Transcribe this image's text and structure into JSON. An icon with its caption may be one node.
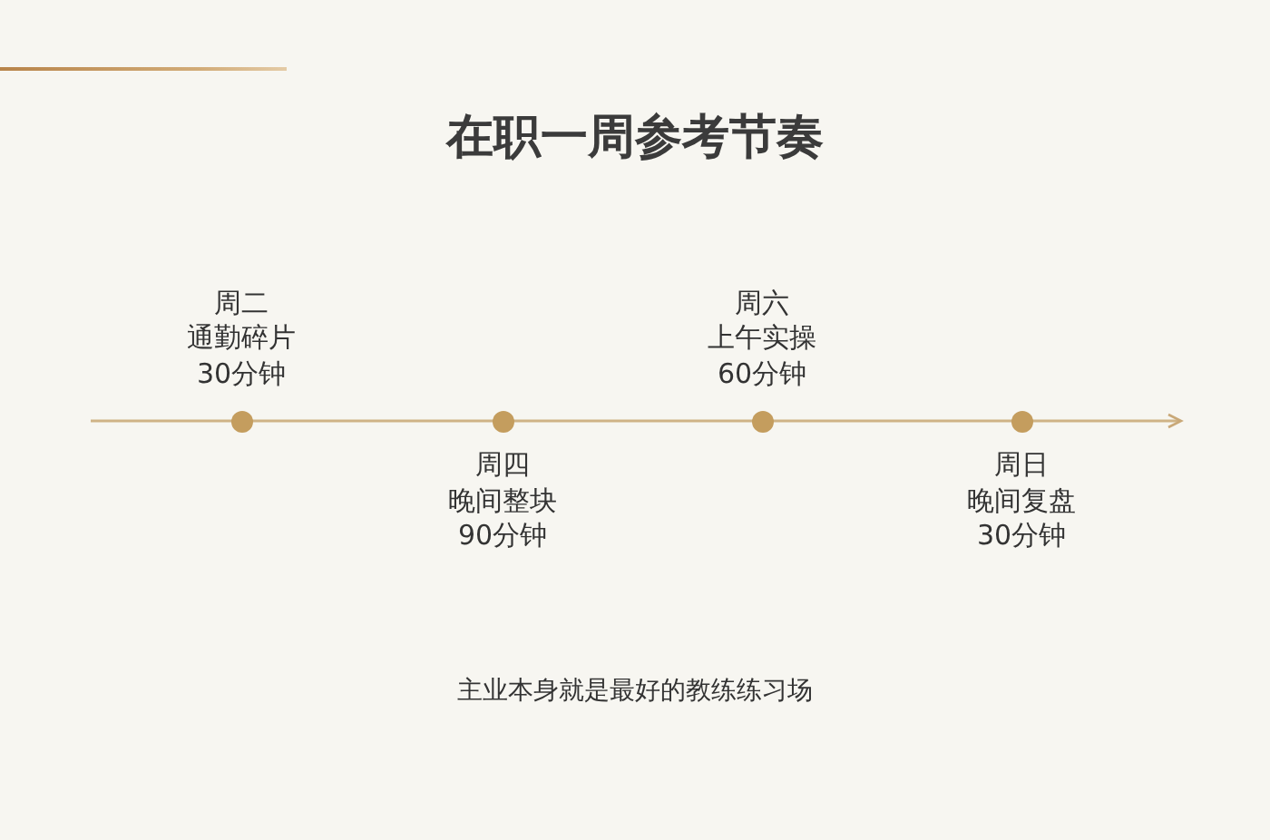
{
  "diagram": {
    "title": "在职一周参考节奏",
    "caption": "主业本身就是最好的教练练习场",
    "nodes": [
      {
        "text": [],
        "shape": "circle",
        "beside": [
          "周二",
          "通勤碎片",
          "30分钟"
        ]
      },
      {
        "text": [],
        "shape": "circle",
        "beside": [
          "周四",
          "晚间整块",
          "90分钟"
        ]
      },
      {
        "text": [],
        "shape": "circle",
        "beside": [
          "周六",
          "上午实操",
          "60分钟"
        ]
      },
      {
        "text": [],
        "shape": "circle",
        "beside": [
          "周日",
          "晚间复盘",
          "30分钟"
        ]
      }
    ]
  }
}
